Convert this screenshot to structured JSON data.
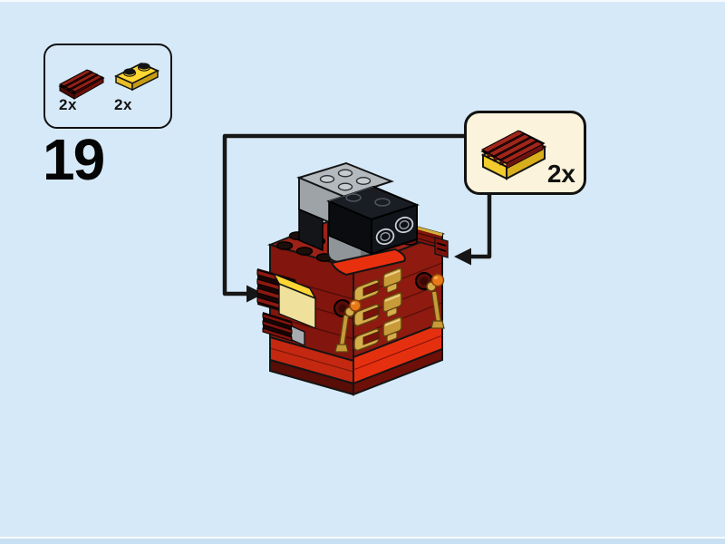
{
  "page": {
    "step_number": "19",
    "background_color": "#D6E9F8"
  },
  "parts_panel": {
    "items": [
      {
        "part": "grille-tile-1x2-dark-red",
        "quantity": "2x"
      },
      {
        "part": "plate-1x2-yellow",
        "quantity": "2x"
      }
    ]
  },
  "callout": {
    "part": "subassembly-dark-red-grille-on-yellow-plate",
    "quantity": "2x",
    "background_color": "#FBF3DB"
  },
  "model": {
    "name": "brickheadz-body-assembly",
    "colors": {
      "dark_red": "#8E1A10",
      "bright_red": "#E5300F",
      "yellow": "#FFD633",
      "pearl_gold": "#D7AC4A",
      "light_gray": "#B4B9BE",
      "black_brick": "#15181D",
      "orange": "#E87818",
      "outline": "#141414"
    }
  }
}
